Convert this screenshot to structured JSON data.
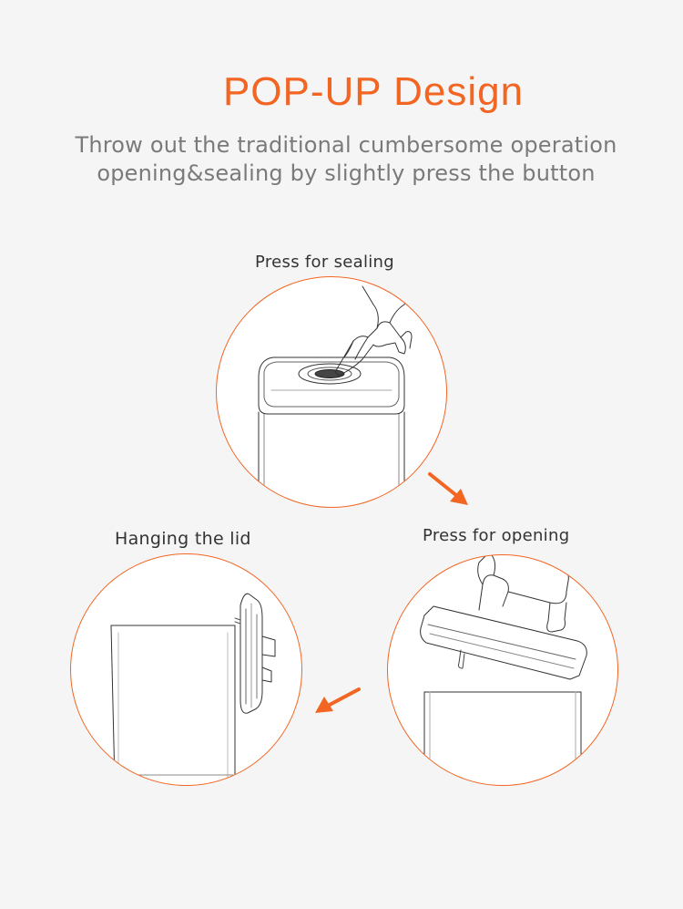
{
  "title": "POP-UP Design",
  "subtitle": {
    "line1": "Throw out the traditional cumbersome operation",
    "line2": "opening&sealing by slightly press the button"
  },
  "steps": {
    "sealing": {
      "label": "Press for sealing"
    },
    "opening": {
      "label": "Press for opening"
    },
    "hanging": {
      "label": "Hanging the lid"
    }
  },
  "colors": {
    "accent": "#f26522",
    "subtitle": "#7a7a7a",
    "label": "#333333",
    "background": "#f5f5f5"
  },
  "icons": {
    "arrow_1": "arrow-down-right-icon",
    "arrow_2": "arrow-down-left-icon"
  }
}
